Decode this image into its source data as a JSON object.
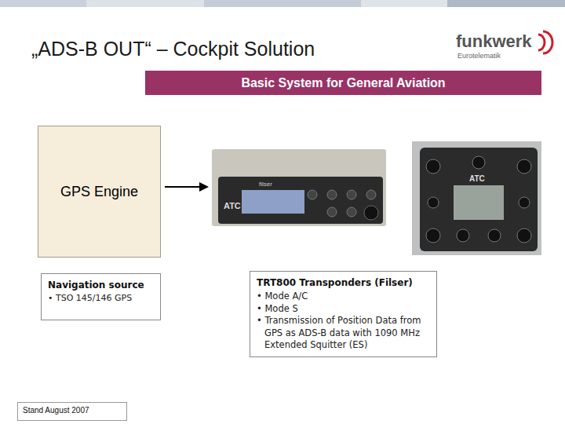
{
  "diagram": {
    "title": "„ADS-B OUT“ – Cockpit Solution",
    "nodes": [
      {
        "text": [
          "Basic System for General Aviation"
        ]
      },
      {
        "text": [
          "GPS Engine"
        ]
      },
      {
        "text": [
          "Navigation source",
          "• TSO 145/146 GPS"
        ]
      },
      {
        "text": [
          "TRT800 Transponders (Filser)",
          "• Mode A/C",
          "• Mode S",
          "• Transmission of Position Data from GPS as ADS-B data with 1090 MHz Extended Squitter (ES)"
        ]
      },
      {
        "text": [
          "Stand August 2007"
        ]
      }
    ],
    "labels": [
      "funkwerk",
      "Eurotelematik",
      "ATC",
      "filser",
      "ATC"
    ]
  }
}
